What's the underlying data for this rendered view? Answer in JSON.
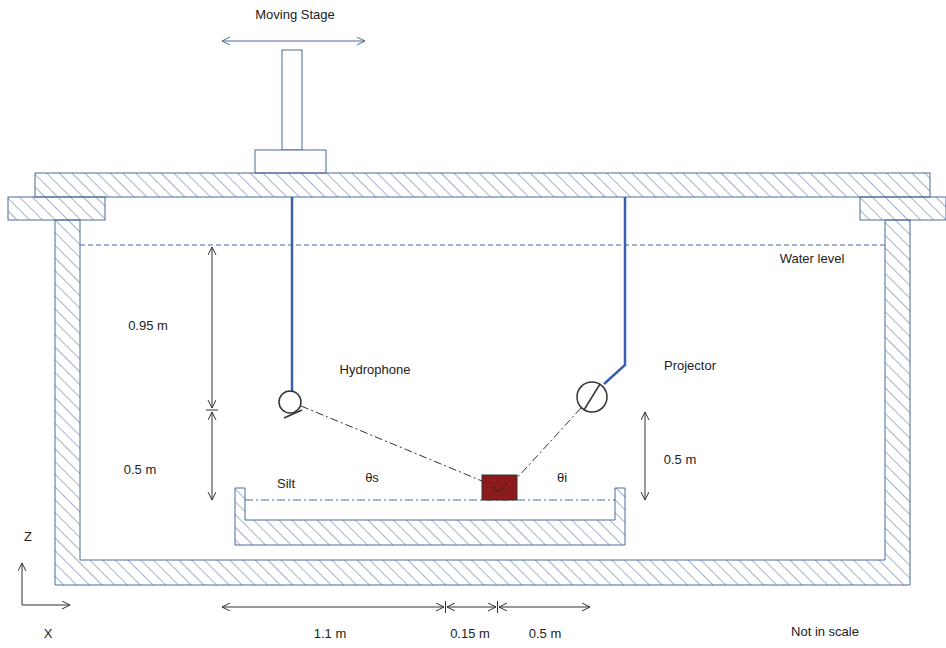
{
  "diagram": {
    "labels": [
      "Moving Stage",
      "Water level",
      "0.95 m",
      "0.5 m",
      "Hydrophone",
      "Projector",
      "0.5 m",
      "Silt",
      "θs",
      "θi",
      "Z",
      "X",
      "1.1 m",
      "0.15 m",
      "0.5 m",
      "Not in scale"
    ]
  }
}
